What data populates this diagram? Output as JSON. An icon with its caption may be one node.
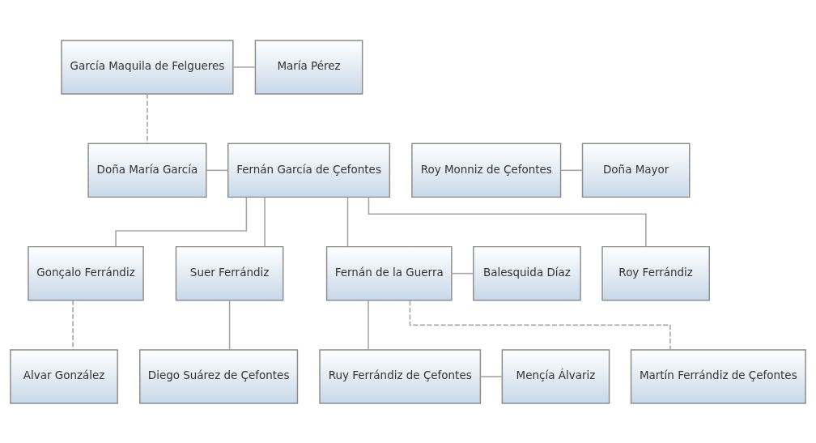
{
  "diagram": {
    "nodes": [
      {
        "text": [
          "García Maquila de Felgueres"
        ]
      },
      {
        "text": [
          "María Pérez"
        ]
      },
      {
        "text": [
          "Doña María García"
        ]
      },
      {
        "text": [
          "Fernán García de Çefontes"
        ]
      },
      {
        "text": [
          "Roy Monniz de Çefontes"
        ]
      },
      {
        "text": [
          "Doña Mayor"
        ]
      },
      {
        "text": [
          "Gonçalo Ferrándiz"
        ]
      },
      {
        "text": [
          "Suer Ferrándiz"
        ]
      },
      {
        "text": [
          "Fernán de la Guerra"
        ]
      },
      {
        "text": [
          "Balesquida Díaz"
        ]
      },
      {
        "text": [
          "Roy Ferrándiz"
        ]
      },
      {
        "text": [
          "Alvar González"
        ]
      },
      {
        "text": [
          "Diego Suárez de Çefontes"
        ]
      },
      {
        "text": [
          "Ruy Ferrándiz de Çefontes"
        ]
      },
      {
        "text": [
          "Mençía Álvariz"
        ]
      },
      {
        "text": [
          "Martín Ferrándiz de Çefontes"
        ]
      }
    ],
    "edges": [
      {
        "from": 0,
        "to": 1,
        "arrow": "none"
      },
      {
        "from": 0,
        "to": 2,
        "arrow": "none",
        "style": "dashed"
      },
      {
        "from": 2,
        "to": 3,
        "arrow": "none"
      },
      {
        "from": 4,
        "to": 5,
        "arrow": "none"
      },
      {
        "from": 3,
        "to": 6,
        "arrow": "none"
      },
      {
        "from": 3,
        "to": 7,
        "arrow": "none"
      },
      {
        "from": 3,
        "to": 8,
        "arrow": "none"
      },
      {
        "from": 3,
        "to": 10,
        "arrow": "none"
      },
      {
        "from": 8,
        "to": 9,
        "arrow": "none"
      },
      {
        "from": 6,
        "to": 11,
        "arrow": "none",
        "style": "dashed"
      },
      {
        "from": 7,
        "to": 12,
        "arrow": "none"
      },
      {
        "from": 8,
        "to": 13,
        "arrow": "none"
      },
      {
        "from": 8,
        "to": 15,
        "arrow": "none",
        "style": "dashed"
      },
      {
        "from": 13,
        "to": 14,
        "arrow": "none"
      }
    ]
  }
}
